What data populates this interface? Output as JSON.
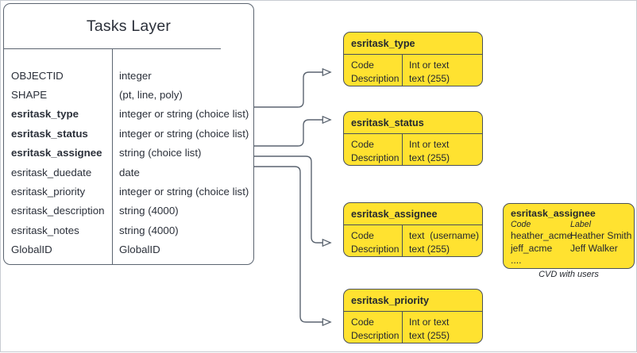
{
  "main_entity": {
    "title": "Tasks Layer",
    "columns": [
      "field",
      "type"
    ],
    "rows": [
      {
        "field": "OBJECTID",
        "type": "integer",
        "bold": false
      },
      {
        "field": "SHAPE",
        "type": "(pt, line, poly)",
        "bold": false
      },
      {
        "field": "esritask_type",
        "type": "integer or string (choice list)",
        "bold": true
      },
      {
        "field": "esritask_status",
        "type": "integer or string (choice list)",
        "bold": true
      },
      {
        "field": "esritask_assignee",
        "type": "string (choice list)",
        "bold": true
      },
      {
        "field": "esritask_duedate",
        "type": "date",
        "bold": false
      },
      {
        "field": "esritask_priority",
        "type": "integer or string (choice list)",
        "bold": false
      },
      {
        "field": "esritask_description",
        "type": "string (4000)",
        "bold": false
      },
      {
        "field": "esritask_notes",
        "type": "string (4000)",
        "bold": false
      },
      {
        "field": "GlobalID",
        "type": "GlobalID",
        "bold": false
      }
    ]
  },
  "domains": [
    {
      "title": "esritask_type",
      "left_lines": [
        "Code",
        "Description"
      ],
      "right_lines": [
        "Int or text",
        "text (255)"
      ]
    },
    {
      "title": "esritask_status",
      "left_lines": [
        "Code",
        "Description"
      ],
      "right_lines": [
        "Int or text",
        "text (255)"
      ]
    },
    {
      "title": "esritask_assignee",
      "left_lines": [
        "Code",
        "Description"
      ],
      "right_lines": [
        "text  (username)",
        "text (255)"
      ]
    },
    {
      "title": "esritask_priority",
      "left_lines": [
        "Code",
        "Description"
      ],
      "right_lines": [
        "Int or text",
        "text (255)"
      ]
    }
  ],
  "cvd": {
    "title": "esritask_assignee",
    "header": {
      "code": "Code",
      "label": "Label"
    },
    "rows": [
      {
        "code": "heather_acme",
        "label": "Heather Smith"
      },
      {
        "code": "jeff_acme",
        "label": "Jeff Walker"
      },
      {
        "code": "....",
        "label": ""
      }
    ],
    "caption": "CVD with users"
  },
  "colors": {
    "domain_fill": "#FFE230",
    "stroke": "#4a5059",
    "entity_stroke": "#5b6470",
    "text": "#2b303a",
    "page_border": "#c8ccd2"
  }
}
